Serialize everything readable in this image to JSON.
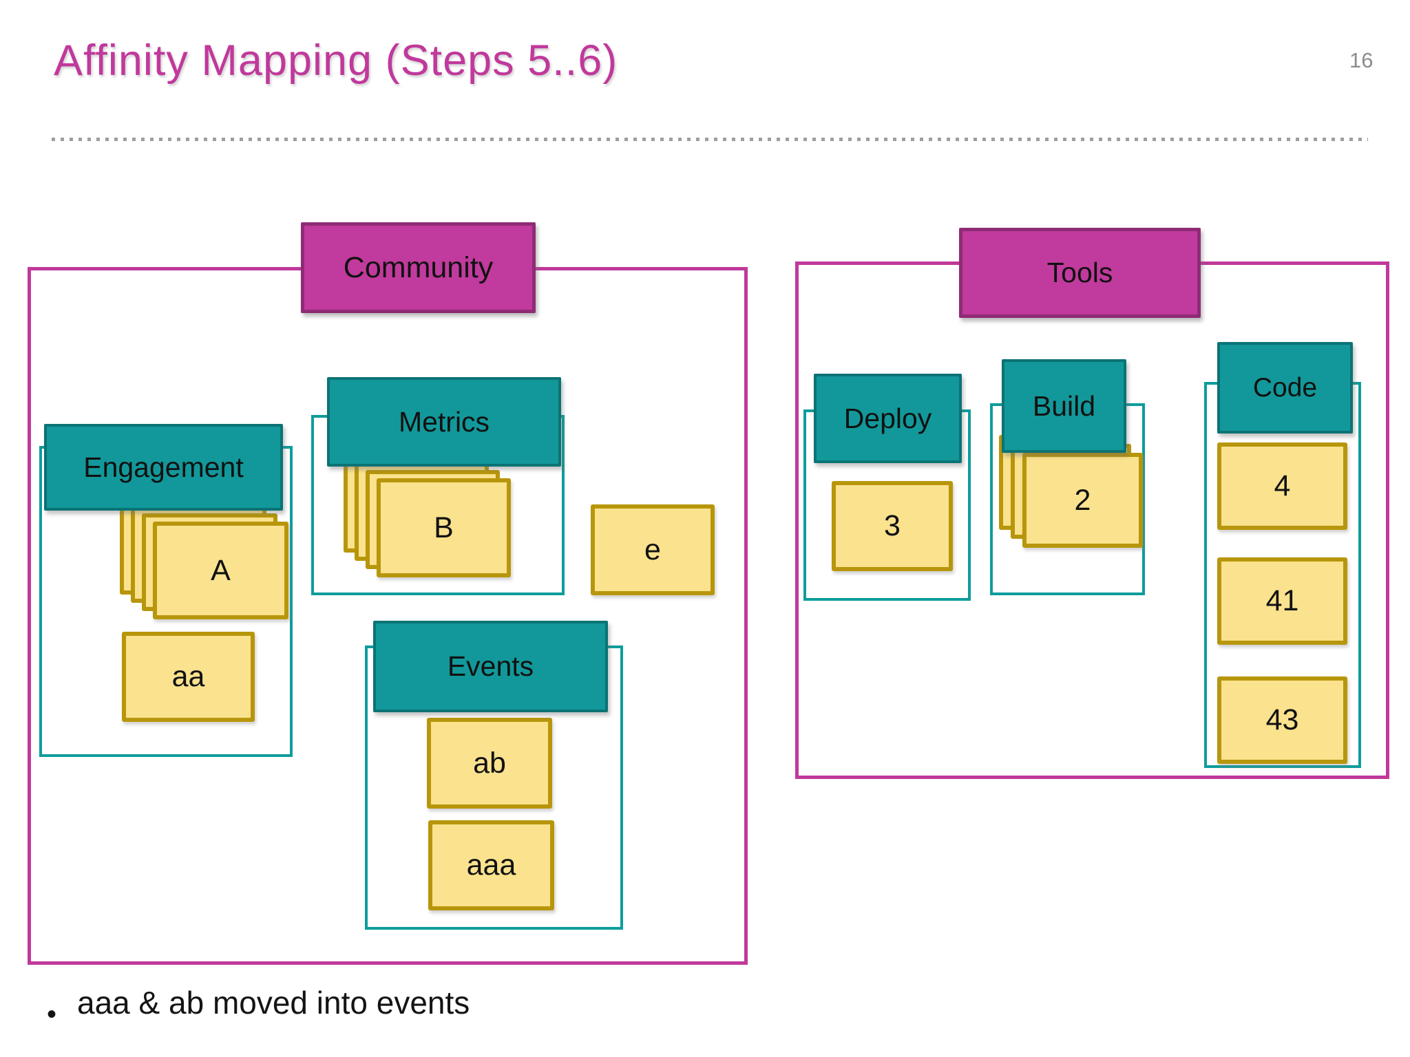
{
  "slide": {
    "title": "Affinity Mapping (Steps 5..6)",
    "page_number": "16",
    "bullet_glyph": "•",
    "footnote": "aaa & ab moved into events"
  },
  "colors": {
    "title_text": "#C0399B",
    "magenta_fill": "#C13A9D",
    "magenta_border": "#8F2B74",
    "magenta_outline": "#C0399B",
    "teal_fill": "#12989A",
    "teal_border": "#0B7375",
    "teal_outline": "#0E9C9C",
    "note_fill": "#FAE28E",
    "note_border": "#B8960B",
    "page_number_text": "#8C8C8C",
    "dotted_rule": "#9E9E9E"
  },
  "diagram": {
    "groups": [
      {
        "label": "Community",
        "subgroups": [
          {
            "label": "Engagement",
            "stacks": [
              {
                "label": "A",
                "count": 4
              }
            ],
            "notes": [
              "aa"
            ]
          },
          {
            "label": "Metrics",
            "stacks": [
              {
                "label": "B",
                "count": 4
              }
            ],
            "notes": []
          },
          {
            "label": "Events",
            "stacks": [],
            "notes": [
              "ab",
              "aaa"
            ]
          }
        ],
        "loose_notes": [
          "e"
        ]
      },
      {
        "label": "Tools",
        "subgroups": [
          {
            "label": "Deploy",
            "stacks": [],
            "notes": [
              "3"
            ]
          },
          {
            "label": "Build",
            "stacks": [
              {
                "label": "2",
                "count": 3
              }
            ],
            "notes": []
          },
          {
            "label": "Code",
            "stacks": [],
            "notes": [
              "4",
              "41",
              "43"
            ]
          }
        ],
        "loose_notes": []
      }
    ]
  }
}
